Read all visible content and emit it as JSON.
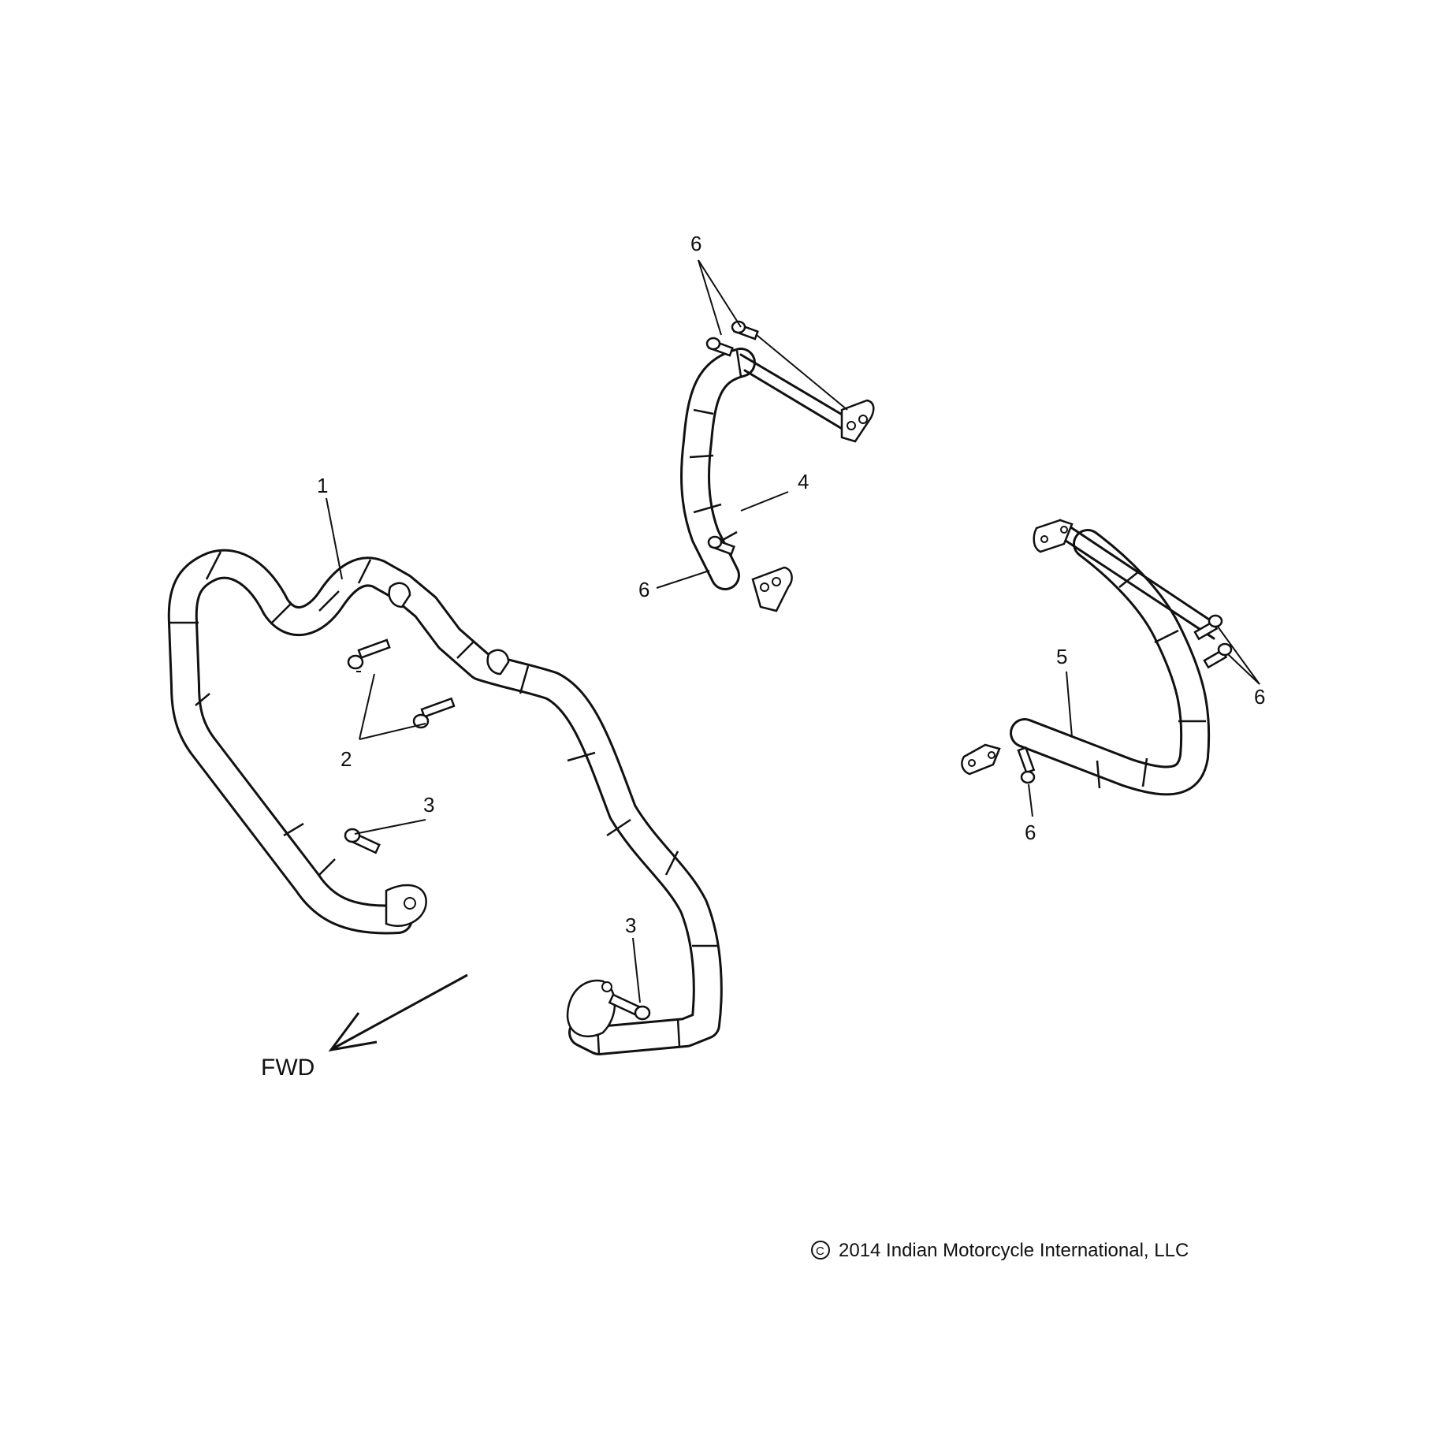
{
  "callouts": {
    "c1": "1",
    "c2": "2",
    "c3a": "3",
    "c3b": "3",
    "c4": "4",
    "c5": "5",
    "c6a": "6",
    "c6b": "6",
    "c6c": "6",
    "c6d": "6"
  },
  "direction_label": "FWD",
  "copyright_symbol": "C",
  "copyright_text": "2014 Indian Motorcycle International, LLC"
}
